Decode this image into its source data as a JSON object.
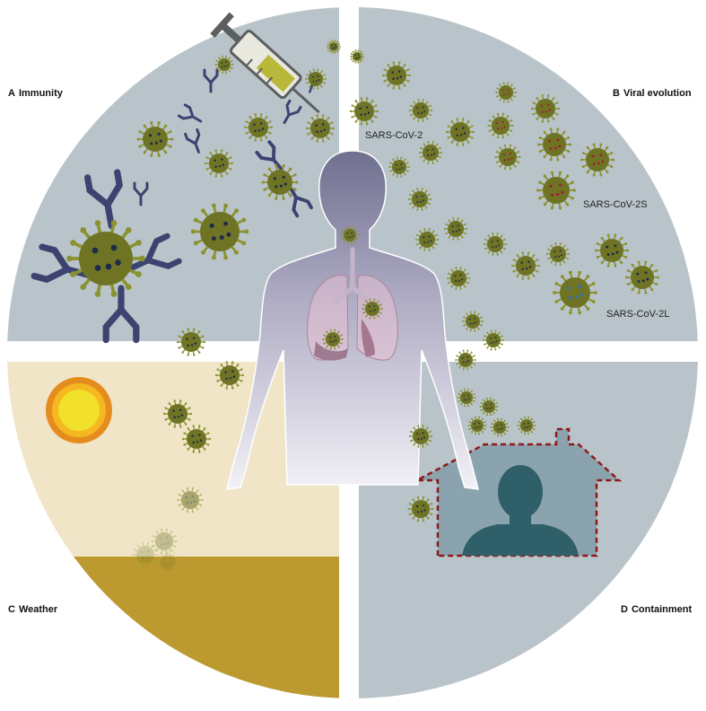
{
  "panels": {
    "a": {
      "letter": "A",
      "title": "Immunity"
    },
    "b": {
      "letter": "B",
      "title": "Viral evolution"
    },
    "c": {
      "letter": "C",
      "title": "Weather"
    },
    "d": {
      "letter": "D",
      "title": "Containment"
    }
  },
  "variants": {
    "original": "SARS-CoV-2",
    "s": "SARS-CoV-2S",
    "l": "SARS-CoV-2L"
  },
  "colors": {
    "immunity_bg": "#b9c4ca",
    "evolution_bg": "#b9c4ca",
    "weather_sky": "#f0e5c7",
    "weather_ground": "#bd9a2f",
    "containment_bg": "#b9c4ca",
    "virus": "#6e7423",
    "virus_spike": "#8b9230",
    "antibody": "#3c4370",
    "sun_outer": "#e58c1e",
    "sun_inner": "#f2e12a",
    "house_fill": "#8ba3ae",
    "house_outline": "#8c1a1a",
    "person_indoor": "#2f5f69"
  }
}
